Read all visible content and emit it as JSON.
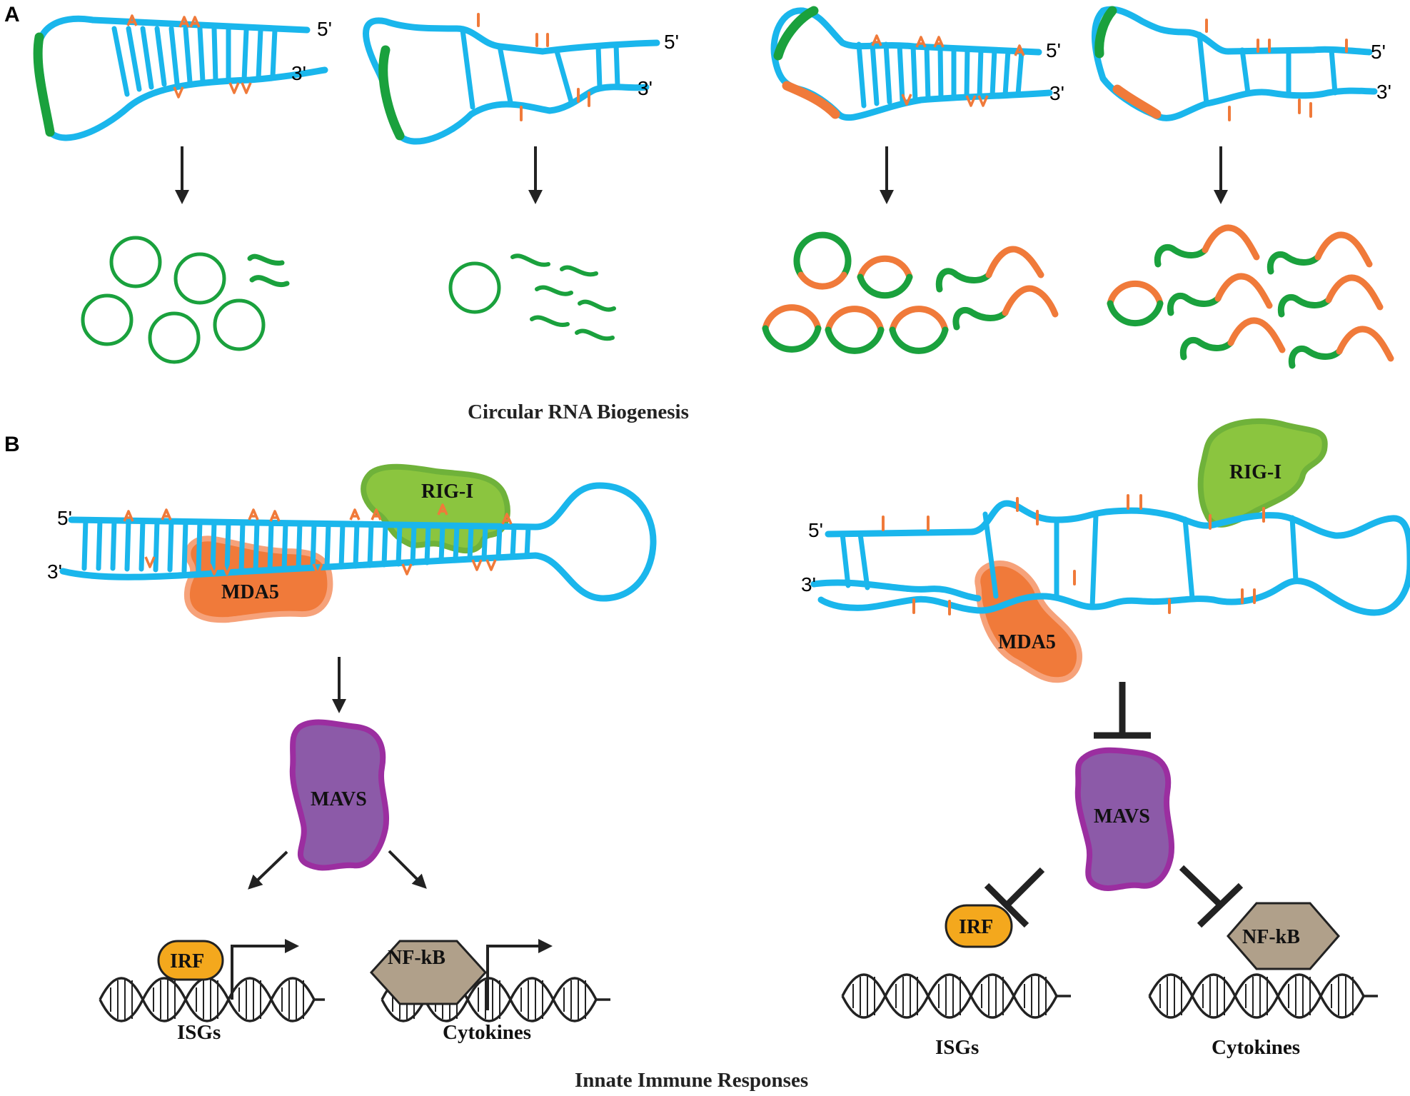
{
  "panels": {
    "a": {
      "letter": "A",
      "caption": "Circular RNA Biogenesis"
    },
    "b": {
      "letter": "B",
      "caption": "Innate Immune Responses"
    }
  },
  "ends": {
    "five_prime": "5'",
    "three_prime": "3'"
  },
  "proteins": {
    "rigi": "RIG-I",
    "mda5": "MDA5",
    "mavs": "MAVS",
    "irf": "IRF",
    "nfkb": "NF-kB"
  },
  "genes": {
    "isgs": "ISGs",
    "cytokines": "Cytokines"
  },
  "modification_mark": "A",
  "colors": {
    "rna": "#1ab6ec",
    "exon_green": "#1aa13d",
    "exon_orange": "#f07a3a",
    "rig_i": "#8bc53f",
    "mda5": "#f07a3a",
    "mavs": "#8c5aa8",
    "irf": "#f4a81d",
    "nfkb": "#b0a08a"
  }
}
